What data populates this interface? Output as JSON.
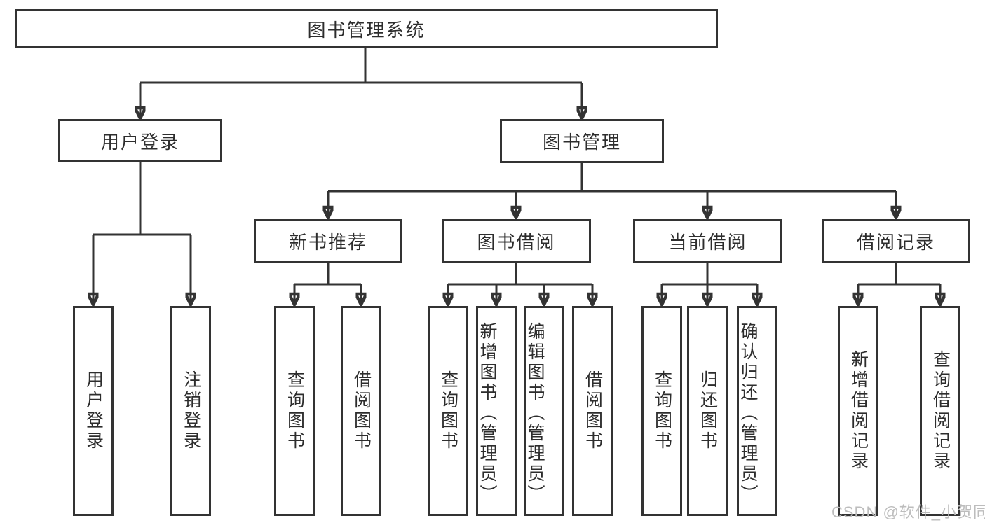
{
  "diagram": {
    "root": {
      "label": "图书管理系统"
    },
    "level2": {
      "user_login": {
        "label": "用户登录"
      },
      "book_management": {
        "label": "图书管理"
      }
    },
    "level3": {
      "new_book_recommend": {
        "label": "新书推荐"
      },
      "book_borrow": {
        "label": "图书借阅"
      },
      "current_borrow": {
        "label": "当前借阅"
      },
      "borrow_records": {
        "label": "借阅记录"
      }
    },
    "leaves": {
      "user_login_group": [
        "用户登录",
        "注销登录"
      ],
      "new_book_group": [
        "查询图书",
        "借阅图书"
      ],
      "book_borrow_group": [
        "查询图书",
        "新增图书（管理员）",
        "编辑图书（管理员）",
        "借阅图书"
      ],
      "current_borrow_group": [
        "查询图书",
        "归还图书",
        "确认归还（管理员）"
      ],
      "borrow_records_group": [
        "新增借阅记录",
        "查询借阅记录"
      ]
    }
  },
  "watermark": "CSDN @软件_小贺同学",
  "colors": {
    "line": "#333333",
    "text": "#2d2d2d",
    "watermark": "#bdbdbd",
    "background": "#ffffff"
  }
}
